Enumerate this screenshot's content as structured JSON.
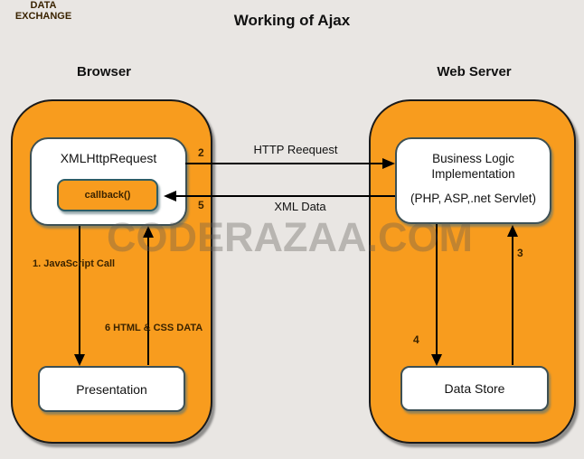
{
  "title": "Working of Ajax",
  "watermark": "CODERAZAA.COM",
  "browser": {
    "label": "Browser",
    "xhr_label": "XMLHttpRequest",
    "callback_label": "callback()",
    "presentation_label": "Presentation",
    "js_call_label": "1. JavaScript Call",
    "html_css_label": "6 HTML & CSS DATA"
  },
  "server": {
    "label": "Web Server",
    "logic_line1": "Business Logic",
    "logic_line2": "Implementation",
    "logic_line3": "(PHP, ASP,.net Servlet)",
    "datastore_label": "Data Store",
    "exchange_line1": "DATA",
    "exchange_line2": "EXCHANGE"
  },
  "flows": {
    "http_label": "HTTP Reequest",
    "xml_label": "XML Data",
    "step2": "2",
    "step3": "3",
    "step4": "4",
    "step5": "5"
  },
  "colors": {
    "background": "#e9e6e3",
    "container_orange": "#f89c1e",
    "container_border": "#1a1a1a",
    "inner_box_border": "#3d5054",
    "callback_border": "#2e5d66",
    "label_dark_brown": "#3a2300",
    "arrow_black": "#000000",
    "watermark_gray": "rgba(95,88,82,0.35)"
  }
}
